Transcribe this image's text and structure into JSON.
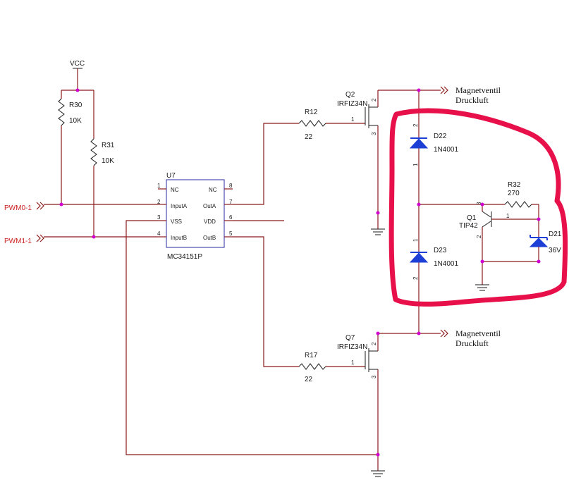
{
  "power": {
    "vcc": "VCC"
  },
  "ports": {
    "pwm0": "PWM0-1",
    "pwm1": "PWM1-1"
  },
  "ic": {
    "ref": "U7",
    "part": "MC34151P",
    "pins_left": [
      {
        "num": "1",
        "name": "NC"
      },
      {
        "num": "2",
        "name": "InputA"
      },
      {
        "num": "3",
        "name": "VSS"
      },
      {
        "num": "4",
        "name": "InputB"
      }
    ],
    "pins_right": [
      {
        "num": "8",
        "name": "NC"
      },
      {
        "num": "7",
        "name": "OutA"
      },
      {
        "num": "6",
        "name": "VDD"
      },
      {
        "num": "5",
        "name": "OutB"
      }
    ]
  },
  "resistors": {
    "r30": {
      "ref": "R30",
      "value": "10K"
    },
    "r31": {
      "ref": "R31",
      "value": "10K"
    },
    "r12": {
      "ref": "R12",
      "value": "22",
      "pin": "1"
    },
    "r17": {
      "ref": "R17",
      "value": "22",
      "pin": "1"
    },
    "r32": {
      "ref": "R32",
      "value": "270"
    }
  },
  "mosfets": {
    "q2": {
      "ref": "Q2",
      "part": "IRFIZ34N",
      "pin_g": "1",
      "pin_d": "2",
      "pin_s": "3"
    },
    "q7": {
      "ref": "Q7",
      "part": "IRFIZ34N",
      "pin_g": "1",
      "pin_d": "2",
      "pin_s": "3"
    }
  },
  "diodes": {
    "d22": {
      "ref": "D22",
      "part": "1N4001",
      "pin_top": "2",
      "pin_bottom": "1"
    },
    "d23": {
      "ref": "D23",
      "part": "1N4001",
      "pin_top": "1",
      "pin_bottom": "2"
    },
    "d21": {
      "ref": "D21",
      "value": "36V"
    }
  },
  "transistor": {
    "ref": "Q1",
    "part": "TIP42",
    "pin_b": "1",
    "pin_c": "2",
    "pin_e": "3"
  },
  "outputs": {
    "top": {
      "line1": "Magnetventil",
      "line2": "Druckluft"
    },
    "bottom": {
      "line1": "Magnetventil",
      "line2": "Druckluft"
    }
  },
  "colors": {
    "wire": "#8b1a1a",
    "junction": "#d100d1",
    "diode": "#1e3fd6",
    "highlight": "#e8104a",
    "port_label": "#cc2222"
  }
}
